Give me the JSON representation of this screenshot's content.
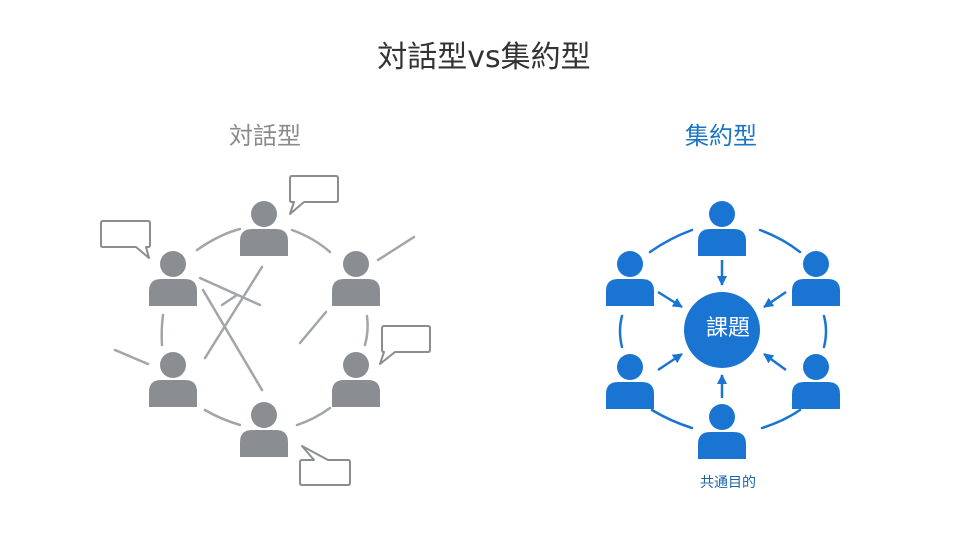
{
  "title": "対話型vs集約型",
  "dialogue": {
    "heading": "対話型"
  },
  "convergent": {
    "heading": "集約型",
    "center_label": "課題",
    "goal_label": "共通目的"
  },
  "colors": {
    "gray": "#8a8d91",
    "blue": "#1a75d2",
    "title": "#333333"
  }
}
